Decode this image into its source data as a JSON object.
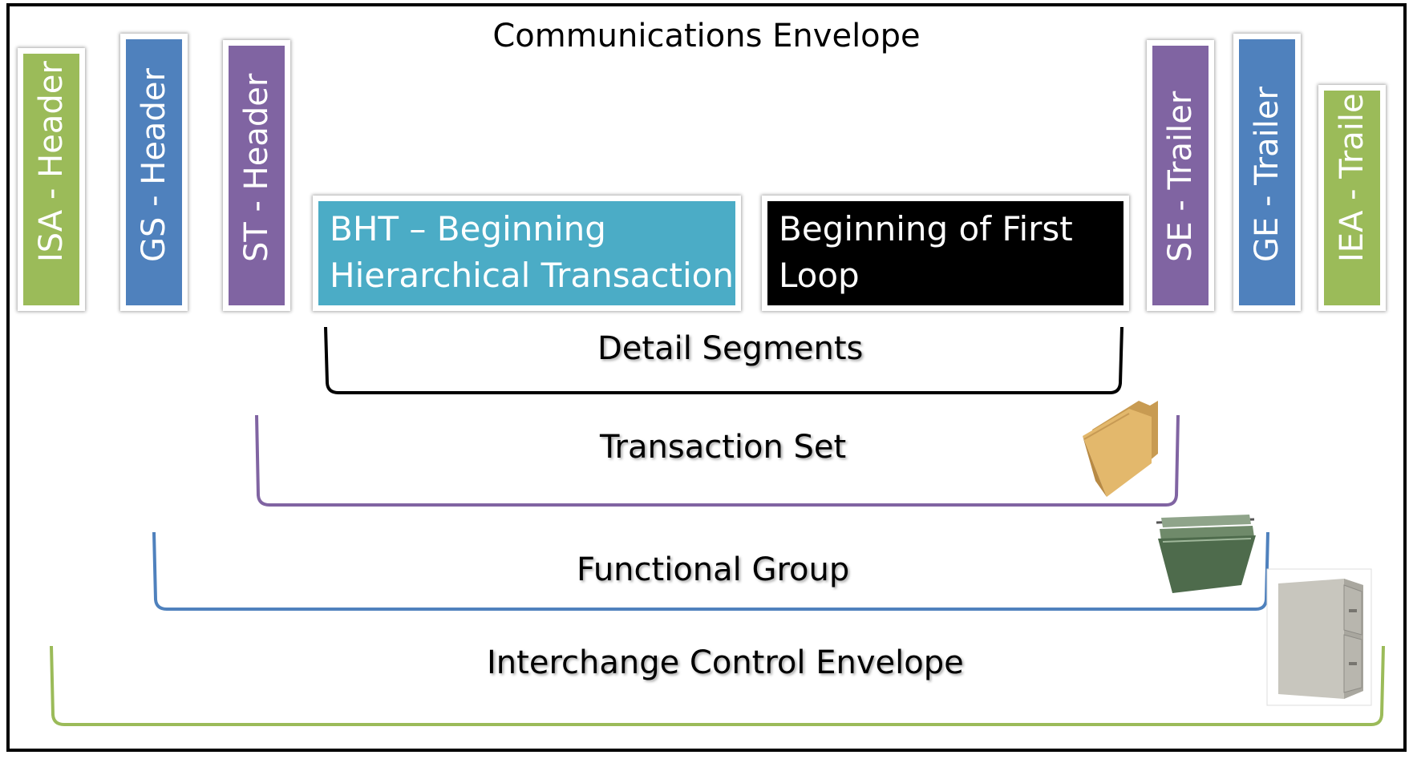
{
  "title": "Communications Envelope",
  "headers": [
    {
      "label": "ISA - Header",
      "color": "#9bbb59"
    },
    {
      "label": "GS - Header",
      "color": "#4f81bd"
    },
    {
      "label": "ST - Header",
      "color": "#8064a2"
    }
  ],
  "trailers": [
    {
      "label": "SE - Trailer",
      "color": "#8064a2"
    },
    {
      "label": "GE - Trailer",
      "color": "#4f81bd"
    },
    {
      "label": "IEA - Trailer",
      "color": "#9bbb59"
    }
  ],
  "segments": [
    {
      "label": "BHT – Beginning Hierarchical Transaction",
      "color": "#4bacc6"
    },
    {
      "label": "Beginning of First Loop",
      "color": "#000000"
    }
  ],
  "brackets": [
    {
      "label": "Detail Segments",
      "color": "#000000"
    },
    {
      "label": "Transaction Set",
      "color": "#8064a2"
    },
    {
      "label": "Functional Group",
      "color": "#4f81bd"
    },
    {
      "label": "Interchange Control Envelope",
      "color": "#9bbb59"
    }
  ],
  "icons": [
    "manila-folder-icon",
    "hanging-folders-icon",
    "filing-cabinet-icon"
  ]
}
